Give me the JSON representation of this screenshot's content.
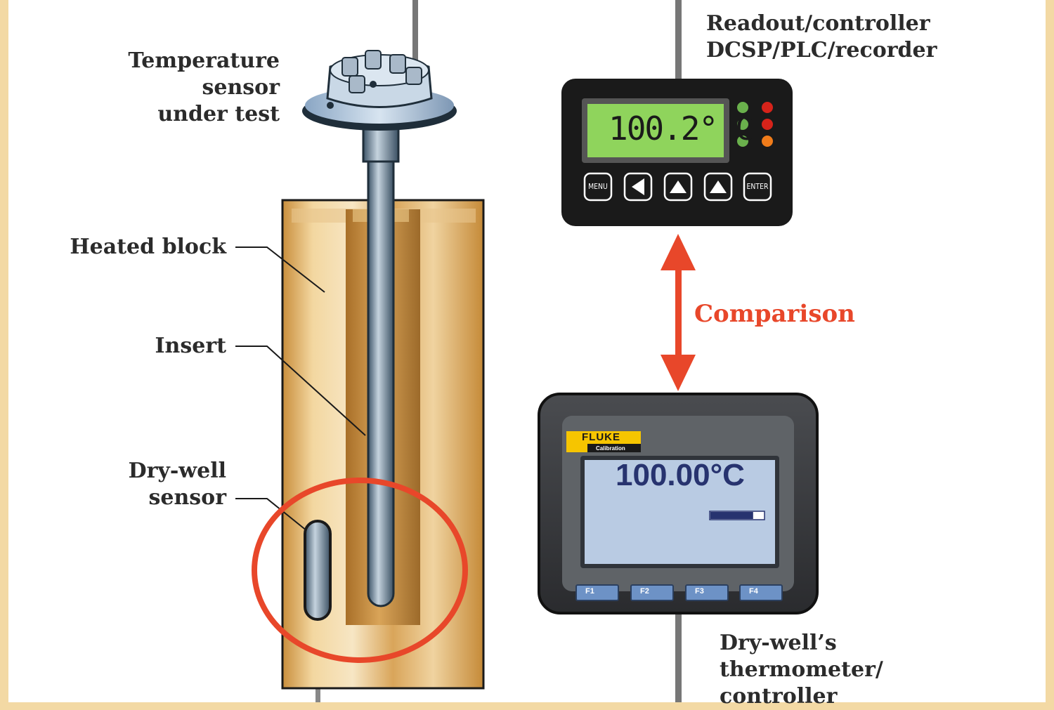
{
  "labels": {
    "temperature_sensor": [
      "Temperature",
      "sensor",
      "under test"
    ],
    "readout": [
      "Readout/controller",
      "DCSP/PLC/recorder"
    ],
    "heated_block": "Heated block",
    "insert": "Insert",
    "drywell_sensor": [
      "Dry-well",
      "sensor"
    ],
    "comparison": "Comparison",
    "drywell_thermometer": [
      "Dry-well’s",
      "thermometer/",
      "controller"
    ]
  },
  "readout_device": {
    "display": "100.2° C",
    "buttons": [
      "MENU",
      "ENTER"
    ]
  },
  "fluke_device": {
    "brand": "FLUKE",
    "sub_brand": "Calibration",
    "reading": "100.00°C",
    "level_fraction": 0.8,
    "function_keys": [
      "F1",
      "F2",
      "F3",
      "F4"
    ]
  },
  "colors": {
    "background": "#f3d9a4",
    "accent_red": "#e8472a",
    "lcd_green": "#8fd45c",
    "fluke_yellow": "#f6c500",
    "fluke_screen": "#b9cbe3"
  }
}
